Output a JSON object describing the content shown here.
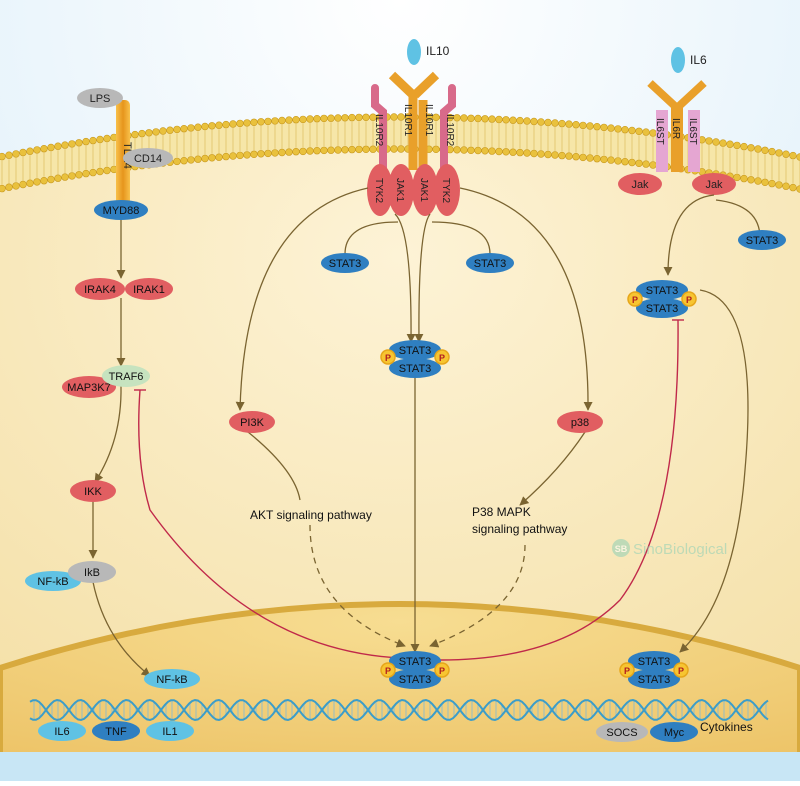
{
  "watermark": "SinoBiological",
  "watermark_icon_text": "SB",
  "receptors": {
    "il10": {
      "ligand": "IL10",
      "r1a": "IL10R1",
      "r1b": "IL10R1",
      "r2a": "IL10R2",
      "r2b": "IL10R2"
    },
    "il6": {
      "ligand": "IL6",
      "il6r": "IL6R",
      "gp130a": "IL6ST",
      "gp130b": "IL6ST"
    },
    "tlr4": {
      "ligand": "LPS",
      "receptor": "TLR4",
      "coreceptor": "CD14"
    }
  },
  "kinases": {
    "tyk2_left": "TYK2",
    "jak1_left": "JAK1",
    "jak1_right": "JAK1",
    "tyk2_right": "TYK2",
    "jak_left": "Jak",
    "jak_right": "Jak"
  },
  "left_pathway": {
    "myd88": "MYD88",
    "irak4": "IRAK4",
    "irak1": "IRAK1",
    "traf6": "TRAF6",
    "map3k7": "MAP3K7",
    "ikk": "IKK",
    "ikb": "IkB",
    "nfkb_cyto": "NF-kB",
    "nfkb_nucleus": "NF-kB"
  },
  "middle_pathway": {
    "stat3_left": "STAT3",
    "stat3_right": "STAT3",
    "dimer_top": "STAT3",
    "dimer_bottom": "STAT3",
    "phospho": "P",
    "pi3k": "PI3K",
    "p38": "p38",
    "akt_label": "AKT signaling pathway",
    "p38_label_line1": "P38 MAPK",
    "p38_label_line2": "signaling pathway"
  },
  "right_pathway": {
    "stat3_free": "STAT3",
    "dimer_top": "STAT3",
    "dimer_bottom": "STAT3"
  },
  "nucleus": {
    "center_dimer_top": "STAT3",
    "center_dimer_bottom": "STAT3",
    "right_dimer_top": "STAT3",
    "right_dimer_bottom": "STAT3",
    "genes_left": [
      "IL6",
      "TNF",
      "IL1"
    ],
    "genes_right": [
      "SOCS",
      "Myc"
    ],
    "cytokines_label": "Cytokines"
  },
  "colors": {
    "stat3_blue": "#2f7fc1",
    "red_protein": "#e15e61",
    "light_blue": "#5fc2e4",
    "gray_protein": "#b8b8b8",
    "green_protein": "#c6e3bf",
    "receptor_orange": "#f0a020",
    "receptor_pink": "#d86a8a",
    "inhibit_line": "#c0294a",
    "arrow_line": "#7a6431",
    "membrane_head": "#e9c13d",
    "cytoplasm": "#fbecc3",
    "nucleus": "#f5d98c",
    "phospho_yellow": "#f7c531"
  }
}
